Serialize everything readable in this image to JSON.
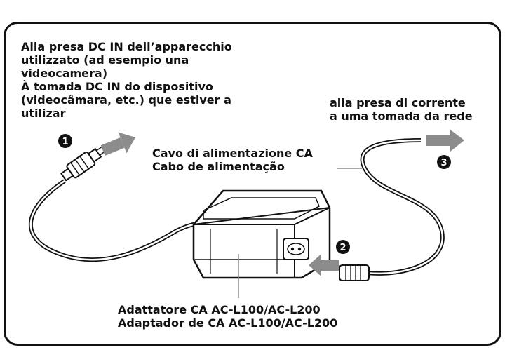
{
  "labels": {
    "device_it_line1": "Alla presa DC IN dell’apparecchio",
    "device_it_line2": "utilizzato (ad esempio una",
    "device_it_line3": "videocamera)",
    "device_pt_line1": "À tomada DC IN do dispositivo",
    "device_pt_line2": "(videocâmara, etc.) que estiver a",
    "device_pt_line3": "utilizar",
    "outlet_it": "alla presa di corrente",
    "outlet_pt": "a uma tomada da rede",
    "cord_it": "Cavo di alimentazione CA",
    "cord_pt": "Cabo de alimentação",
    "adaptor_it": "Adattatore CA AC-L100/AC-L200",
    "adaptor_pt": "Adaptador de CA AC-L100/AC-L200"
  },
  "steps": [
    "1",
    "2",
    "3"
  ],
  "colors": {
    "line": "#111111",
    "arrow_gray": "#8c8c8c",
    "badge": "#111111",
    "badge_text": "#ffffff"
  }
}
